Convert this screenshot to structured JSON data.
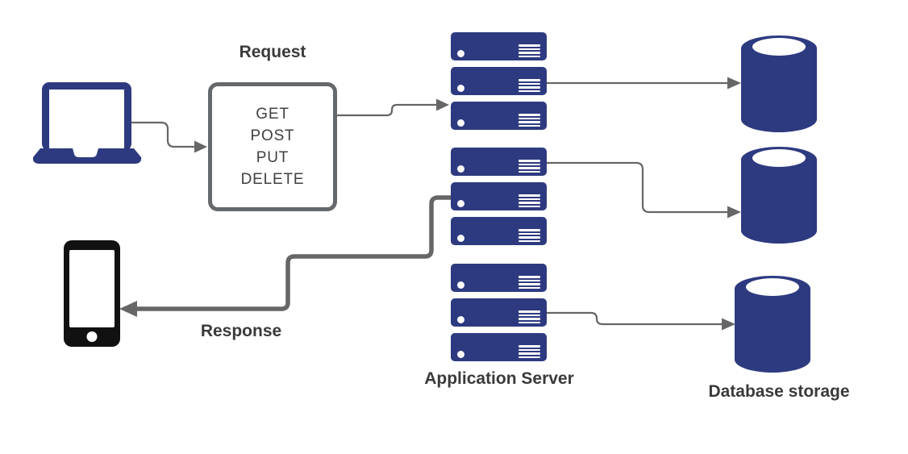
{
  "diagram": {
    "labels": {
      "request": "Request",
      "response": "Response",
      "application_server": "Application Server",
      "database_storage": "Database storage"
    },
    "request_box": {
      "methods": [
        "GET",
        "POST",
        "PUT",
        "DELETE"
      ]
    },
    "structure": {
      "server_stacks": 3,
      "servers_per_stack": 3,
      "databases": 3
    },
    "icons": {
      "client": "laptop-icon",
      "responder": "smartphone-icon",
      "server": "server-rack-icon",
      "database": "database-cylinder-icon"
    },
    "colors": {
      "navy": "#2d3a80",
      "line_gray": "#666666",
      "box_border": "#65696c",
      "label_text": "#3a3a3a",
      "body_text": "#3f4040",
      "phone_black": "#111111",
      "background": "#ffffff"
    }
  }
}
